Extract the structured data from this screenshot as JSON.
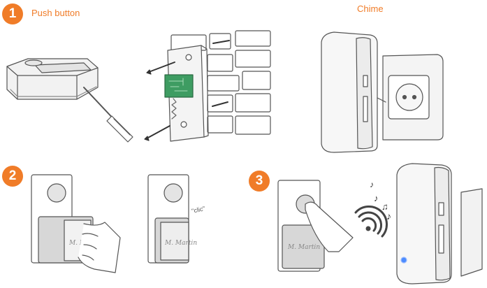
{
  "steps": [
    {
      "number": "1",
      "label": "Push button"
    },
    {
      "number": "2",
      "label": ""
    },
    {
      "number": "3",
      "label": ""
    }
  ],
  "chime_label": "Chime",
  "click_sound": "\"clic\"",
  "name_tag": "M. Martin",
  "colors": {
    "accent": "#f07c28",
    "pcb": "#3e9c62",
    "led": "#4d8cff",
    "line": "#555555",
    "tag": "#dcdcdc"
  }
}
